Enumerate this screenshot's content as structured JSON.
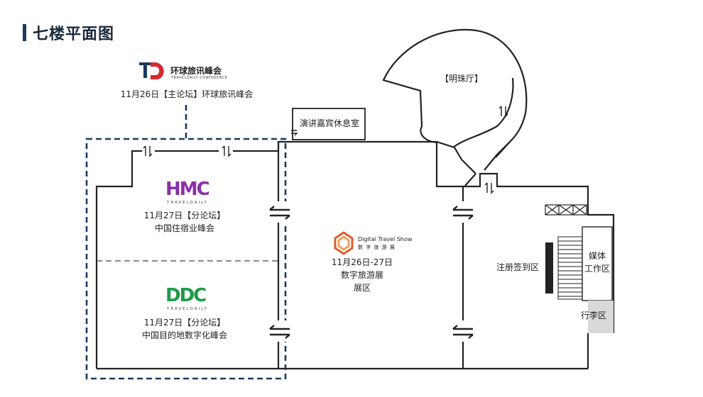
{
  "page": {
    "title": "七楼平面图"
  },
  "colors": {
    "title_accent": "#1a3a5e",
    "walls": "#222222",
    "dashed_boundary": "#1a3a5e",
    "hmc_logo": "#8a2fa8",
    "ddc_logo": "#1f9a48",
    "dts_logo": "#e05a2b",
    "tdc_logo_dark": "#1a3a5e",
    "tdc_logo_red": "#d7282f"
  },
  "conference": {
    "logo_name": "环球旅讯峰会",
    "logo_sub": "TRAVELDAILY CONFERENCE",
    "schedule": "11月26日【主论坛】环球旅讯峰会"
  },
  "rooms": {
    "pearl_hall": "【明珠厅】",
    "speaker_lounge": "演讲嘉宾休息室",
    "media_line1": "媒体",
    "media_line2": "工作区",
    "registration": "注册签到区",
    "luggage": "行李区"
  },
  "hmc": {
    "logo": "HMC",
    "logo_sub": "TRAVELDAILY",
    "date": "11月27日【分论坛】",
    "name": "中国住宿业峰会"
  },
  "ddc": {
    "logo": "DDC",
    "logo_sub": "TRAVELDAILY",
    "date": "11月27日【分论坛】",
    "name": "中国目的地数字化峰会"
  },
  "dts": {
    "logo_en": "Digital Travel Show",
    "logo_cn": "数 字 旅 游 展",
    "date": "11月26日-27日",
    "name": "数字旅游展",
    "area": "展区"
  },
  "icons": [
    "door-arrows-icon",
    "double-arrow-icon",
    "luggage-x-icon",
    "stairs-icon"
  ]
}
